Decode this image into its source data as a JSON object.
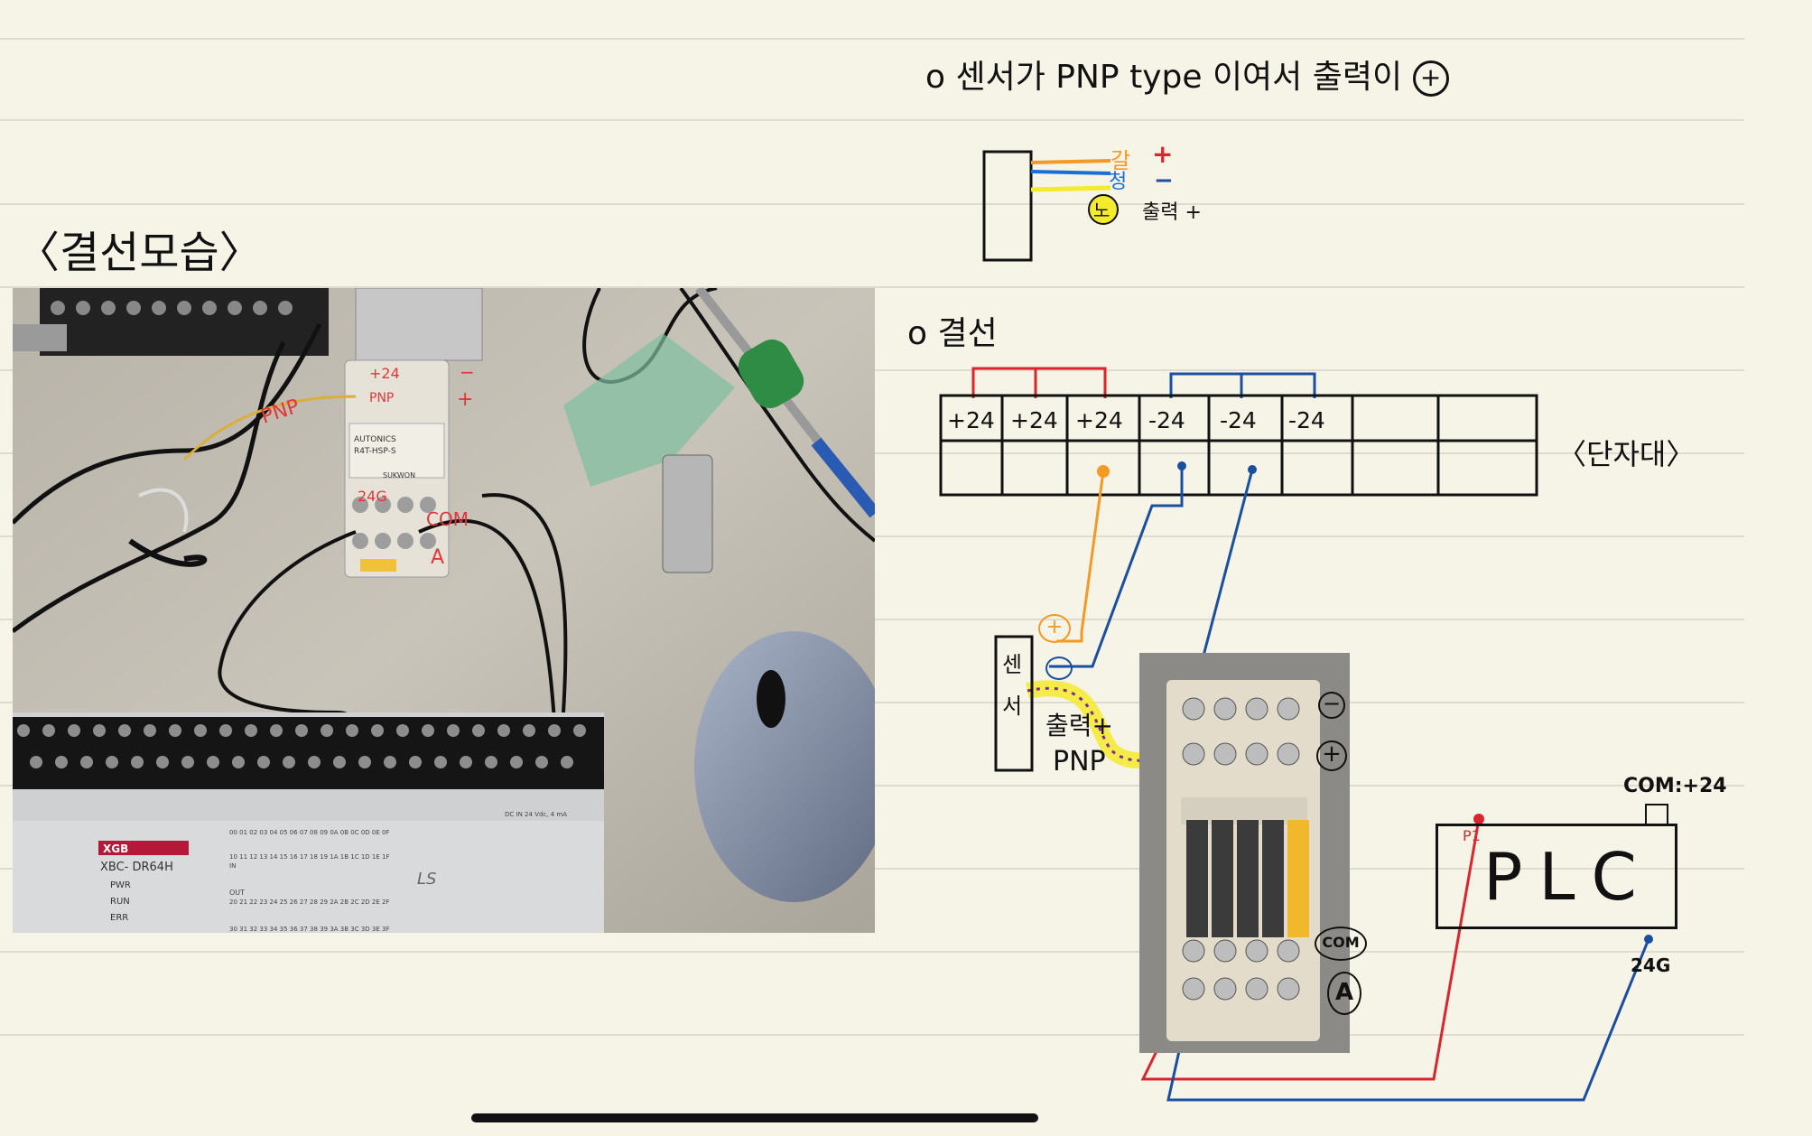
{
  "notes": {
    "line1_marker": "o",
    "line1_text": "센서가 PNP type 이여서 출력이",
    "line1_plus_symbol": "+",
    "sensor_wire_brown": "갈",
    "sensor_wire_blue": "청",
    "sensor_wire_yellow_label": "노",
    "sensor_output_label": "출력 +",
    "sign_plus": "+",
    "sign_minus": "−",
    "section_title_wiring": "o 결선",
    "section_title_photo": "〈결선모습〉",
    "terminal_label": "〈단자대〉"
  },
  "terminal_block": {
    "labels": [
      "+24",
      "+24",
      "+24",
      "-24",
      "-24",
      "-24",
      "",
      ""
    ]
  },
  "wiring_diagram": {
    "sensor_label_line1": "센",
    "sensor_label_line2": "서",
    "sensor_plus": "+",
    "sensor_minus": "−",
    "sensor_output": "출력+",
    "sensor_type": "PNP",
    "relay_minus": "−",
    "relay_plus": "+",
    "relay_com": "COM",
    "relay_a": "A",
    "plc_label": "PLC",
    "plc_com": "COM:+24",
    "plc_p1": "P1",
    "plc_24g": "24G"
  },
  "photo1": {
    "annotations": {
      "pnp": "PNP",
      "plus24": "+24",
      "pnp2": "PNP",
      "g24": "24G",
      "com": "COM",
      "a": "A",
      "minus": "−",
      "plus": "+"
    },
    "plc_model_brand": "XGB",
    "plc_model": "XBC- DR64H",
    "plc_led_pwr": "PWR",
    "plc_led_run": "RUN",
    "plc_led_err": "ERR",
    "plc_logo": "LS",
    "plc_dc_label": "DC IN  24 Vdc, 4 mA",
    "plc_in_row": "00 01 02 03 04 05 06 07 08 09 0A 0B 0C 0D 0E 0F",
    "plc_in_row2": "10 11 12 13 14 15 16 17 18 19 1A 1B 1C 1D 1E 1F",
    "plc_in_label": "IN",
    "plc_out_label": "OUT",
    "plc_out_row": "20 21 22 23 24 25 26 27 28 29 2A 2B 2C 2D 2E 2F",
    "plc_out_row2": "30 31 32 33 34 35 36 37 38 39 3A 3B 3C 3D 3E 3F",
    "relay_brand": "AUTONICS",
    "relay_model": "R4T-HSP-S",
    "relay_brand2": "SUKWON"
  },
  "colors": {
    "paper": "#f6f3e7",
    "rule": "#dedbd0",
    "ink": "#111111",
    "red": "#d9262e",
    "blue": "#1a4fa0",
    "orange": "#f39a26",
    "yellow": "#f4ea2e",
    "purple": "#7b2d8e"
  }
}
